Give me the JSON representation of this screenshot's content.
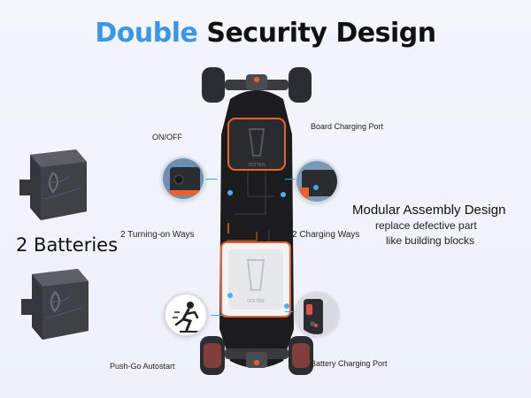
{
  "title": {
    "accent": "Double",
    "rest": "Security Design"
  },
  "colors": {
    "accent": "#3a96e8",
    "board": "#1c1c1e",
    "orange": "#e8622a",
    "glow": "#46b0ff"
  },
  "board": {
    "brand": "OOITEN"
  },
  "batteries": {
    "label": "2 Batteries"
  },
  "callouts": {
    "on_off": "ON/OFF",
    "board_charging_port": "Board Charging Port",
    "turning_on_ways": "2 Turning-on Ways",
    "charging_ways": "2 Charging Ways",
    "push_go": "Push-Go Autostart",
    "battery_charging_port": "Battery Charging Port"
  },
  "modular": {
    "title": "Modular Assembly Design",
    "line1": "replace defective part",
    "line2": "like building blocks"
  },
  "icons": [
    "battery-icon",
    "skater-icon",
    "power-button-icon",
    "charging-port-icon"
  ]
}
